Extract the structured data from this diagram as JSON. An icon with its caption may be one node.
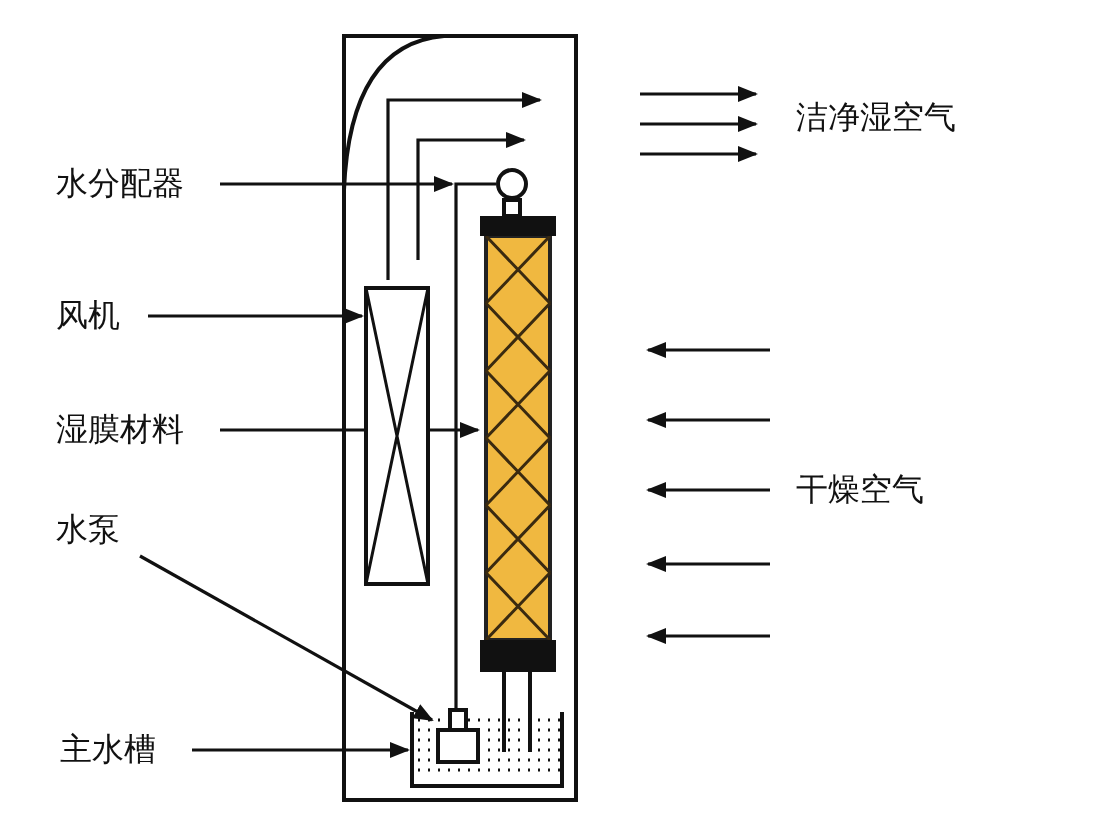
{
  "diagram": {
    "nodes": [
      {
        "text": [
          "水分配器"
        ]
      },
      {
        "text": [],
        "shape": "circle"
      },
      {
        "text": [
          "风机"
        ]
      },
      {
        "text": [],
        "shape": "box"
      },
      {
        "text": [
          "湿膜材料"
        ]
      },
      {
        "text": [],
        "shape": "bar"
      },
      {
        "text": [
          "水泵"
        ]
      },
      {
        "text": [
          "主水槽"
        ]
      },
      {
        "text": [],
        "shape": "box"
      },
      {
        "text": [],
        "shape": "box",
        "in": 8
      }
    ],
    "edges": [
      {
        "from": 0,
        "to": 1,
        "arrow": "to"
      },
      {
        "from": 2,
        "to": 3,
        "arrow": "to"
      },
      {
        "from": 4,
        "to": 5,
        "arrow": "to"
      },
      {
        "from": 6,
        "to": 9,
        "arrow": "to"
      },
      {
        "from": 7,
        "to": 8,
        "arrow": "to"
      },
      {
        "from": 9,
        "to": 1,
        "arrow": "none"
      }
    ],
    "labels": [
      "洁净湿空气",
      "干燥空气"
    ]
  }
}
